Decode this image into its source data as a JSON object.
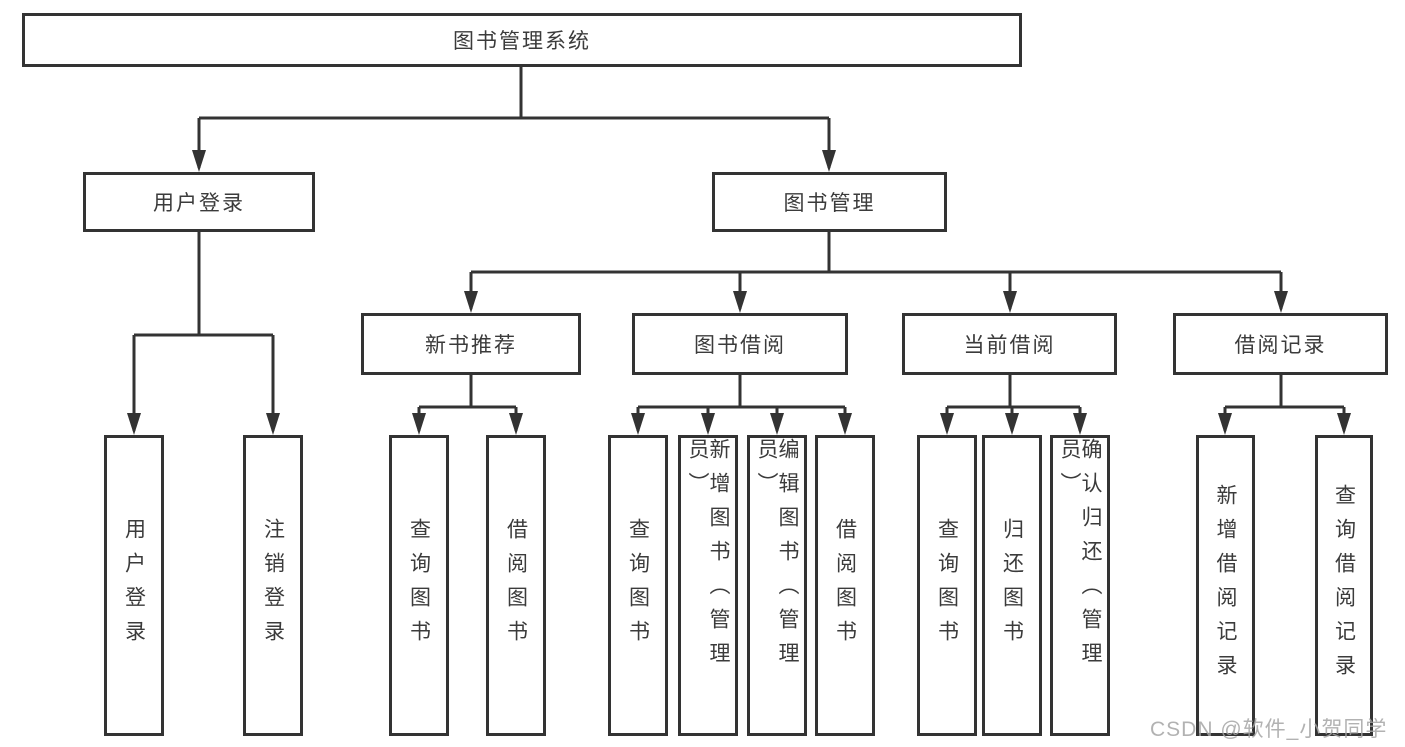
{
  "diagram": {
    "title": "图书管理系统",
    "level2": [
      {
        "id": "user-login",
        "label": "用户登录"
      },
      {
        "id": "book-management",
        "label": "图书管理"
      }
    ],
    "level3": [
      {
        "id": "new-book-recommendation",
        "label": "新书推荐",
        "parent": "图书管理"
      },
      {
        "id": "book-borrowing",
        "label": "图书借阅",
        "parent": "图书管理"
      },
      {
        "id": "current-borrowing",
        "label": "当前借阅",
        "parent": "图书管理"
      },
      {
        "id": "borrowing-records",
        "label": "借阅记录",
        "parent": "图书管理"
      }
    ],
    "leaves": [
      {
        "label": "用户登录",
        "parent": "用户登录"
      },
      {
        "label": "注销登录",
        "parent": "用户登录"
      },
      {
        "label": "查询图书",
        "parent": "新书推荐"
      },
      {
        "label": "借阅图书",
        "parent": "新书推荐"
      },
      {
        "label": "查询图书",
        "parent": "图书借阅"
      },
      {
        "label": "新增图书（管理员）",
        "parent": "图书借阅"
      },
      {
        "label": "编辑图书（管理员）",
        "parent": "图书借阅"
      },
      {
        "label": "借阅图书",
        "parent": "图书借阅"
      },
      {
        "label": "查询图书",
        "parent": "当前借阅"
      },
      {
        "label": "归还图书",
        "parent": "当前借阅"
      },
      {
        "label": "确认归还（管理员）",
        "parent": "当前借阅"
      },
      {
        "label": "新增借阅记录",
        "parent": "借阅记录"
      },
      {
        "label": "查询借阅记录",
        "parent": "借阅记录"
      }
    ],
    "colors": {
      "line": "#333333",
      "box_border": "#333333",
      "text": "#3b3b3b",
      "background": "#ffffff",
      "watermark": "#a5a5a5"
    },
    "watermark": "CSDN @软件_小贺同学"
  }
}
